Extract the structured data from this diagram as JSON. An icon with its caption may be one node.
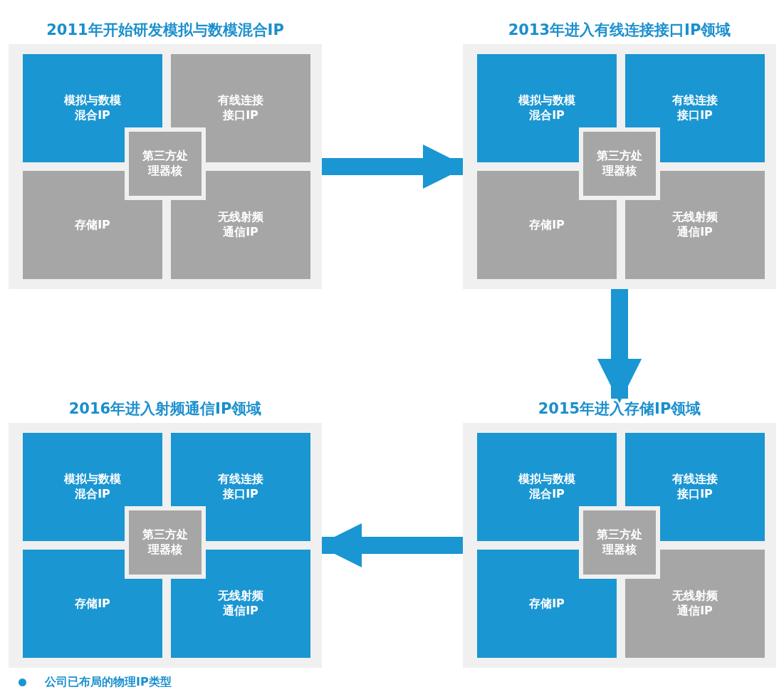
{
  "diagram": {
    "nodes": [
      {
        "text": [
          "2011年开始研发模拟与数模混合IP"
        ]
      },
      {
        "text": [
          "模拟与数模混合IP"
        ],
        "in": 0
      },
      {
        "text": [
          "有线连接接口IP"
        ],
        "in": 0
      },
      {
        "text": [
          "第三方处理器核"
        ],
        "in": 0
      },
      {
        "text": [
          "存储IP"
        ],
        "in": 0
      },
      {
        "text": [
          "无线射频通信IP"
        ],
        "in": 0
      },
      {
        "text": [
          "2013年进入有线连接接口IP领域"
        ]
      },
      {
        "text": [
          "模拟与数模混合IP"
        ],
        "in": 6
      },
      {
        "text": [
          "有线连接接口IP"
        ],
        "in": 6
      },
      {
        "text": [
          "第三方处理器核"
        ],
        "in": 6
      },
      {
        "text": [
          "存储IP"
        ],
        "in": 6
      },
      {
        "text": [
          "无线射频通信IP"
        ],
        "in": 6
      },
      {
        "text": [
          "2016年进入射频通信IP领域"
        ]
      },
      {
        "text": [
          "模拟与数模混合IP"
        ],
        "in": 12
      },
      {
        "text": [
          "有线连接接口IP"
        ],
        "in": 12
      },
      {
        "text": [
          "第三方处理器核"
        ],
        "in": 12
      },
      {
        "text": [
          "存储IP"
        ],
        "in": 12
      },
      {
        "text": [
          "无线射频通信IP"
        ],
        "in": 12
      },
      {
        "text": [
          "2015年进入存储IP领域"
        ]
      },
      {
        "text": [
          "模拟与数模混合IP"
        ],
        "in": 18
      },
      {
        "text": [
          "有线连接接口IP"
        ],
        "in": 18
      },
      {
        "text": [
          "第三方处理器核"
        ],
        "in": 18
      },
      {
        "text": [
          "存储IP"
        ],
        "in": 18
      },
      {
        "text": [
          "无线射频通信IP"
        ],
        "in": 18
      }
    ],
    "edges": [
      {
        "from": 0,
        "to": 6,
        "arrow": "to"
      },
      {
        "from": 6,
        "to": 18,
        "arrow": "to"
      },
      {
        "from": 18,
        "to": 12,
        "arrow": "to"
      }
    ],
    "legend": [
      {
        "text": "公司已布局的物理IP类型",
        "color": "#1a96d2"
      }
    ]
  }
}
